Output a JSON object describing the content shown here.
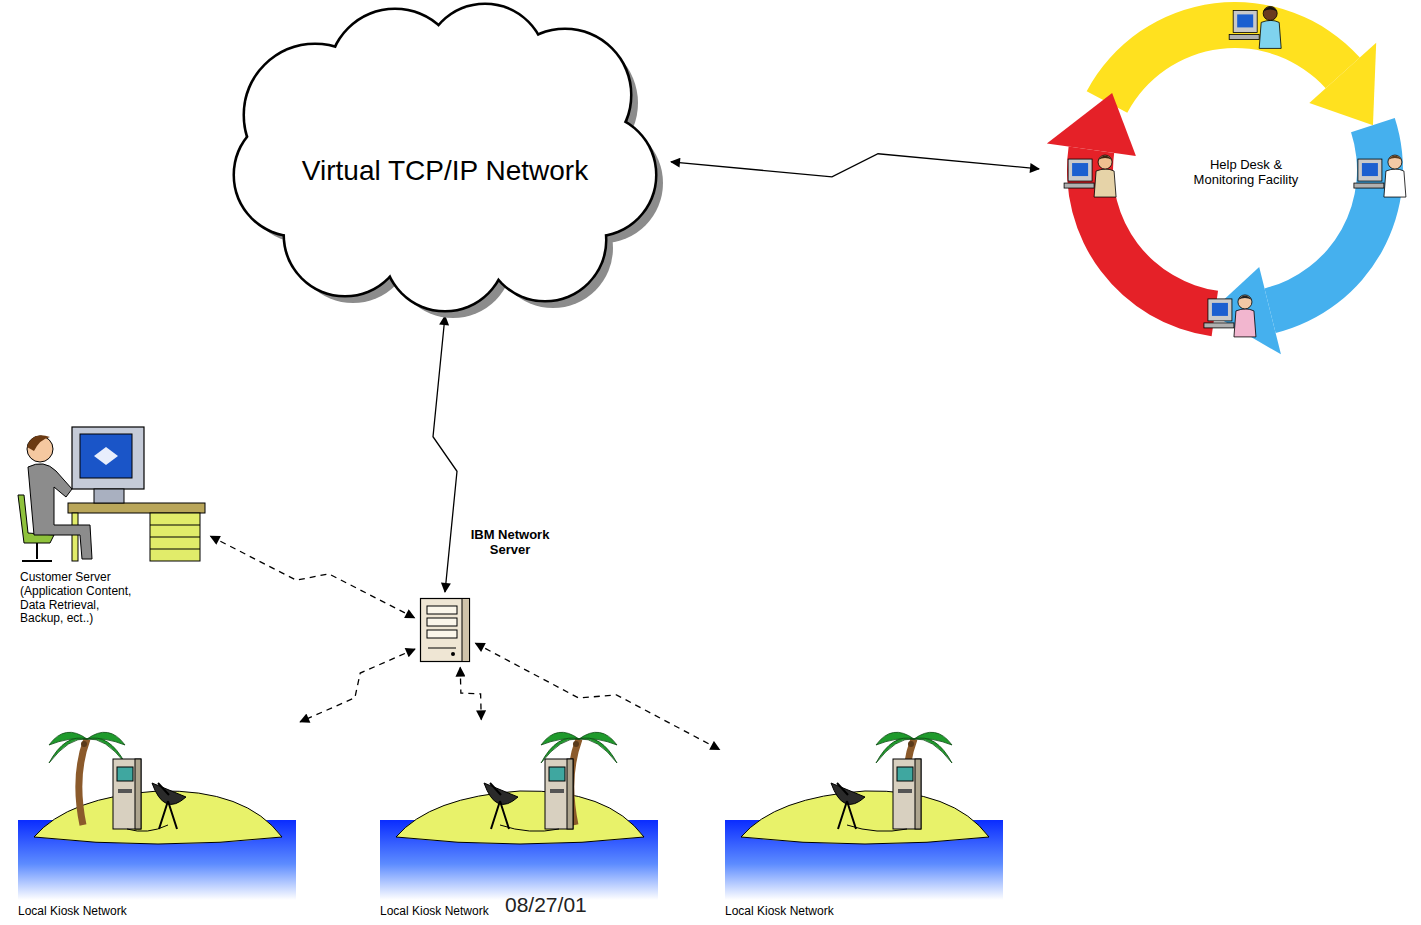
{
  "diagram": {
    "nodes": [
      {
        "text": [
          "Virtual TCP/IP Network"
        ]
      },
      {
        "text": [
          "Help Desk & Monitoring Facility"
        ]
      },
      {
        "text": [
          "IBM Network Server"
        ]
      },
      {
        "text": [
          "Customer Server (Application Content, Data Retrieval, Backup, ect..)"
        ]
      },
      {
        "text": [
          "Local Kiosk Network"
        ]
      },
      {
        "text": [
          "Local Kiosk Network"
        ]
      },
      {
        "text": [
          "Local Kiosk Network"
        ]
      }
    ],
    "edges": [
      {
        "from": 0,
        "to": 1,
        "arrow": "both"
      },
      {
        "from": 2,
        "to": 0,
        "arrow": "both"
      },
      {
        "from": 3,
        "to": 2,
        "arrow": "both"
      },
      {
        "from": 2,
        "to": 4,
        "arrow": "both"
      },
      {
        "from": 2,
        "to": 5,
        "arrow": "both"
      },
      {
        "from": 2,
        "to": 6,
        "arrow": "both"
      }
    ],
    "labels": [
      "08/27/01"
    ]
  }
}
